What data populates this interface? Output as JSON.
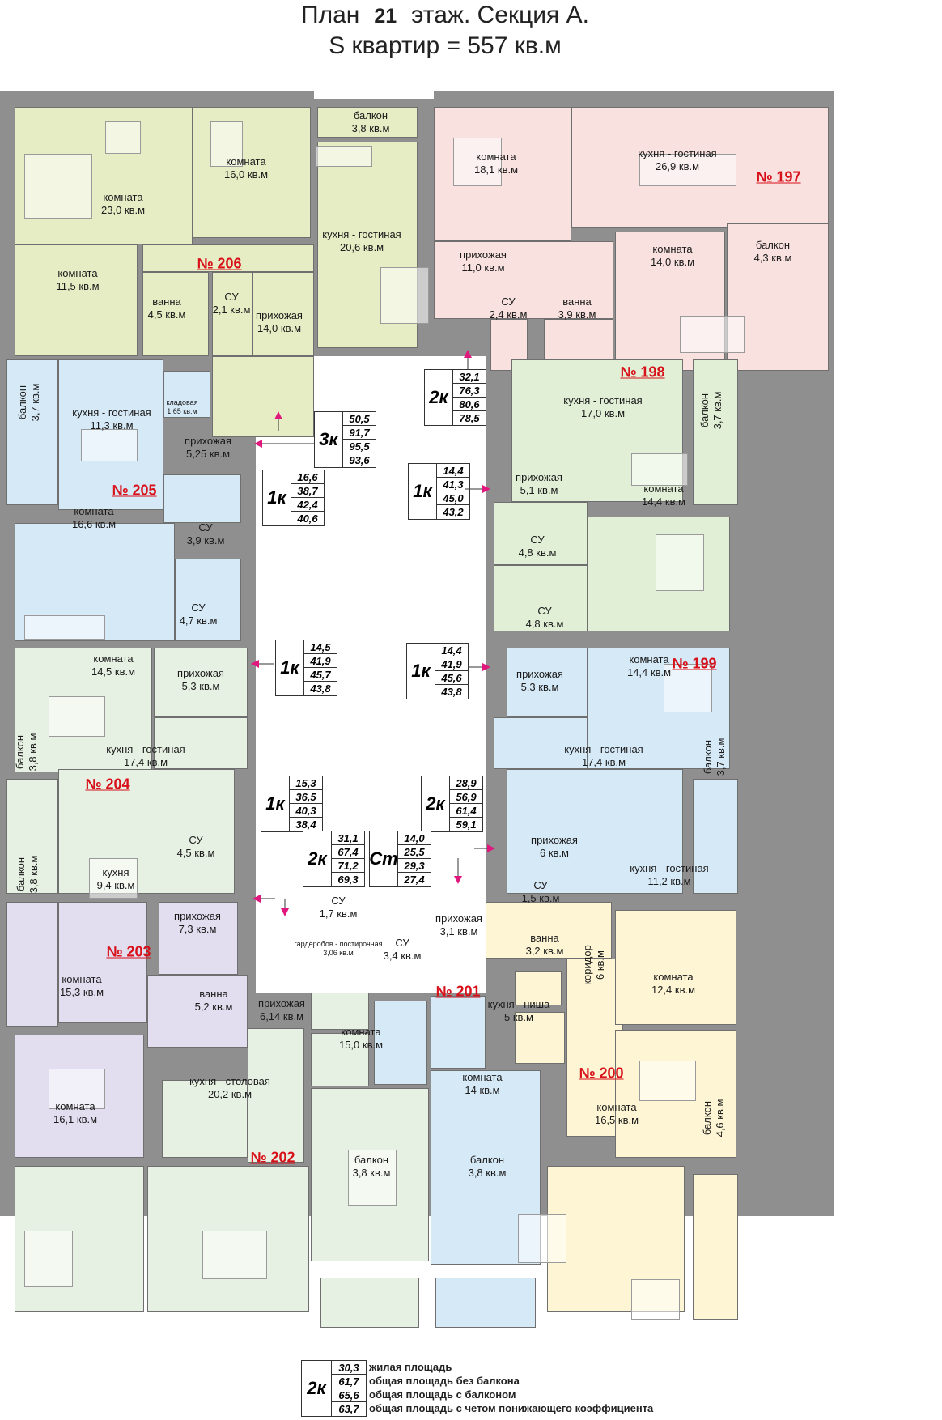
{
  "header": {
    "prefix": "План",
    "floor": "21",
    "suffix": "этаж. Секция А.",
    "area_line": "S квартир = 557 кв.м"
  },
  "colors": {
    "green_yellow": "#e6ecc4",
    "pink": "#f9e1df",
    "light_green": "#e0efd6",
    "light_blue": "#d6e9f7",
    "pale_green": "#e7f1e3",
    "lavender": "#e2def0",
    "yellow": "#fdf5d3",
    "wall": "#8f8f8f",
    "apt_number": "#d8101a"
  },
  "apartments": [
    {
      "no": "№ 206"
    },
    {
      "no": "№ 197"
    },
    {
      "no": "№ 198"
    },
    {
      "no": "№ 205"
    },
    {
      "no": "№ 199"
    },
    {
      "no": "№ 204"
    },
    {
      "no": "№ 203"
    },
    {
      "no": "№ 202"
    },
    {
      "no": "№ 201"
    },
    {
      "no": "№ 200"
    }
  ],
  "rooms": [
    {
      "name": "балкон",
      "area": "3,8 кв.м"
    },
    {
      "name": "комната",
      "area": "23,0 кв.м"
    },
    {
      "name": "комната",
      "area": "16,0 кв.м"
    },
    {
      "name": "кухня - гостиная",
      "area": "20,6 кв.м"
    },
    {
      "name": "комната",
      "area": "11,5 кв.м"
    },
    {
      "name": "ванна",
      "area": "4,5 кв.м"
    },
    {
      "name": "СУ",
      "area": "2,1 кв.м"
    },
    {
      "name": "прихожая",
      "area": "14,0 кв.м"
    },
    {
      "name": "комната",
      "area": "18,1 кв.м"
    },
    {
      "name": "кухня - гостиная",
      "area": "26,9 кв.м"
    },
    {
      "name": "прихожая",
      "area": "11,0 кв.м"
    },
    {
      "name": "СУ",
      "area": "2,4 кв.м"
    },
    {
      "name": "ванна",
      "area": "3,9 кв.м"
    },
    {
      "name": "комната",
      "area": "14,0 кв.м"
    },
    {
      "name": "балкон",
      "area": "4,3 кв.м"
    },
    {
      "name": "балкон",
      "area": "3,7 кв.м"
    },
    {
      "name": "кухня - гостиная",
      "area": "11,3 кв.м"
    },
    {
      "name": "кладовая",
      "area": "1,65 кв.м"
    },
    {
      "name": "прихожая",
      "area": "5,25 кв.м"
    },
    {
      "name": "кухня - гостиная",
      "area": "17,0 кв.м"
    },
    {
      "name": "балкон",
      "area": "3,7 кв.м"
    },
    {
      "name": "комната",
      "area": "16,6 кв.м"
    },
    {
      "name": "СУ",
      "area": "3,9 кв.м"
    },
    {
      "name": "прихожая",
      "area": "5,1 кв.м"
    },
    {
      "name": "комната",
      "area": "14,4 кв.м"
    },
    {
      "name": "СУ",
      "area": "4,8 кв.м"
    },
    {
      "name": "СУ",
      "area": "4,7 кв.м"
    },
    {
      "name": "комната",
      "area": "14,5 кв.м"
    },
    {
      "name": "прихожая",
      "area": "5,3 кв.м"
    },
    {
      "name": "СУ",
      "area": "4,8 кв.м"
    },
    {
      "name": "комната",
      "area": "14,4 кв.м"
    },
    {
      "name": "прихожая",
      "area": "5,3 кв.м"
    },
    {
      "name": "балкон",
      "area": "3,8 кв.м"
    },
    {
      "name": "кухня - гостиная",
      "area": "17,4 кв.м"
    },
    {
      "name": "кухня - гостиная",
      "area": "17,4 кв.м"
    },
    {
      "name": "балкон",
      "area": "3,7 кв.м"
    },
    {
      "name": "балкон",
      "area": "3,8 кв.м"
    },
    {
      "name": "СУ",
      "area": "4,5 кв.м"
    },
    {
      "name": "кухня",
      "area": "9,4 кв.м"
    },
    {
      "name": "прихожая",
      "area": "7,3 кв.м"
    },
    {
      "name": "прихожая",
      "area": "6 кв.м"
    },
    {
      "name": "кухня - гостиная",
      "area": "11,2 кв.м"
    },
    {
      "name": "СУ",
      "area": "1,5 кв.м"
    },
    {
      "name": "ванна",
      "area": "3,2 кв.м"
    },
    {
      "name": "коридор",
      "area": "6 кв.м"
    },
    {
      "name": "комната",
      "area": "12,4 кв.м"
    },
    {
      "name": "СУ",
      "area": "1,7 кв.м"
    },
    {
      "name": "гардеробов - постирочная",
      "area": "3,06 кв.м"
    },
    {
      "name": "СУ",
      "area": "3,4 кв.м"
    },
    {
      "name": "прихожая",
      "area": "3,1 кв.м"
    },
    {
      "name": "комната",
      "area": "15,3 кв.м"
    },
    {
      "name": "ванна",
      "area": "5,2 кв.м"
    },
    {
      "name": "прихожая",
      "area": "6,14 кв.м"
    },
    {
      "name": "комната",
      "area": "15,0 кв.м"
    },
    {
      "name": "кухня - ниша",
      "area": "5 кв.м"
    },
    {
      "name": "комната",
      "area": "14 кв.м"
    },
    {
      "name": "комната",
      "area": "16,5 кв.м"
    },
    {
      "name": "комната",
      "area": "16,1 кв.м"
    },
    {
      "name": "кухня - столовая",
      "area": "20,2 кв.м"
    },
    {
      "name": "балкон",
      "area": "3,8 кв.м"
    },
    {
      "name": "балкон",
      "area": "3,8 кв.м"
    },
    {
      "name": "балкон",
      "area": "4,6 кв.м"
    }
  ],
  "tags": [
    {
      "k": "2к",
      "values": [
        "32,1",
        "76,3",
        "80,6",
        "78,5"
      ]
    },
    {
      "k": "3к",
      "values": [
        "50,5",
        "91,7",
        "95,5",
        "93,6"
      ]
    },
    {
      "k": "1к",
      "values": [
        "16,6",
        "38,7",
        "42,4",
        "40,6"
      ]
    },
    {
      "k": "1к",
      "values": [
        "14,4",
        "41,3",
        "45,0",
        "43,2"
      ]
    },
    {
      "k": "1к",
      "values": [
        "14,5",
        "41,9",
        "45,7",
        "43,8"
      ]
    },
    {
      "k": "1к",
      "values": [
        "14,4",
        "41,9",
        "45,6",
        "43,8"
      ]
    },
    {
      "k": "1к",
      "values": [
        "15,3",
        "36,5",
        "40,3",
        "38,4"
      ]
    },
    {
      "k": "2к",
      "values": [
        "28,9",
        "56,9",
        "61,4",
        "59,1"
      ]
    },
    {
      "k": "2к",
      "values": [
        "31,1",
        "67,4",
        "71,2",
        "69,3"
      ]
    },
    {
      "k": "Ст",
      "values": [
        "14,0",
        "25,5",
        "29,3",
        "27,4"
      ]
    }
  ],
  "legend": {
    "k": "2к",
    "values": [
      "30,3",
      "61,7",
      "65,6",
      "63,7"
    ],
    "rows": [
      "жилая площадь",
      "общая площадь без балкона",
      "общая площадь с балконом",
      "общая площадь с четом понижающего коэффициента"
    ]
  }
}
